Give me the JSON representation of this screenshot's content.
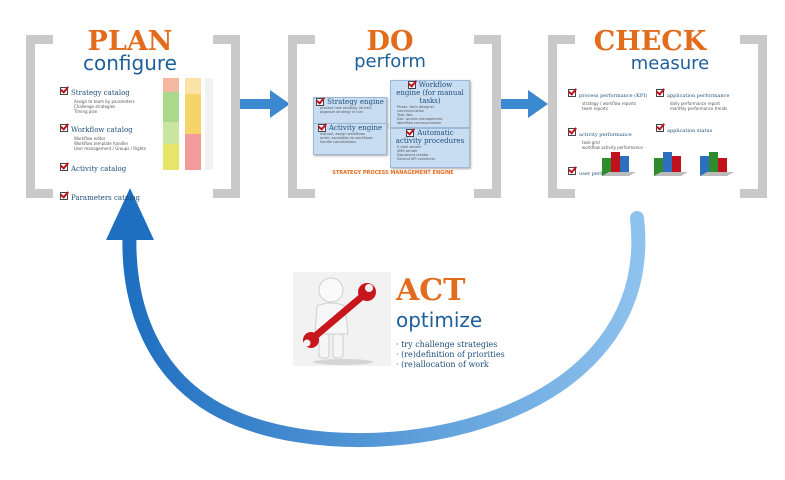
{
  "plan": {
    "title": "PLAN",
    "subtitle": "configure",
    "items": [
      {
        "label": "Strategy catalog",
        "details": [
          "Assign to team by parameters",
          "Challenge strategies",
          "Timing plan"
        ]
      },
      {
        "label": "Workflow catalog",
        "details": [
          "Workflow editor",
          "Workflow template handler",
          "User management / Groups / Rights"
        ]
      },
      {
        "label": "Activity catalog",
        "details": []
      },
      {
        "label": "Parameters catalog",
        "details": []
      }
    ]
  },
  "do": {
    "title": "DO",
    "subtitle": "perform",
    "strategy_engine": {
      "label": "Strategy engine",
      "details": [
        "process new strategy (driver)",
        "organize strategy in turn"
      ]
    },
    "activity_engine": {
      "label": "Activity engine",
      "details": [
        "manual, assign workflows",
        "order, escalation to workflows",
        "handle cancellations"
      ]
    },
    "workflow_engine": {
      "label": "Workflow engine (for manual tasks)",
      "details": [
        "Phase, form designer",
        "communication",
        "Task lists",
        "Doc. access management",
        "Workflow communication"
      ]
    },
    "automatic_procedures": {
      "label": "Automatic activity procedures",
      "details": [
        "E-mail sender",
        "SMS sender",
        "Document creator",
        "Second API connector"
      ]
    },
    "footer": "STRATEGY PROCESS MANAGEMENT ENGINE"
  },
  "check": {
    "title": "CHECK",
    "subtitle": "measure",
    "items_left": [
      {
        "label": "process performance (KPI)",
        "details": [
          "strategy / workflow reports",
          "team reports"
        ]
      },
      {
        "label": "activity performance",
        "details": [
          "task-grid",
          "workflow activity performance"
        ]
      },
      {
        "label": "user performance",
        "details": []
      }
    ],
    "items_right": [
      {
        "label": "application performance",
        "details": [
          "daily performance report",
          "monthly performance trends"
        ]
      },
      {
        "label": "application status",
        "details": []
      }
    ]
  },
  "act": {
    "title": "ACT",
    "subtitle": "optimize",
    "bullets": [
      "try challenge strategies",
      "(re)definition of priorities",
      "(re)allocation of work"
    ]
  },
  "colors": {
    "accent": "#e26b1c",
    "subtitle": "#1f5f9a",
    "arrow": "#3b8ad0",
    "bracket": "#c9c9c9"
  }
}
